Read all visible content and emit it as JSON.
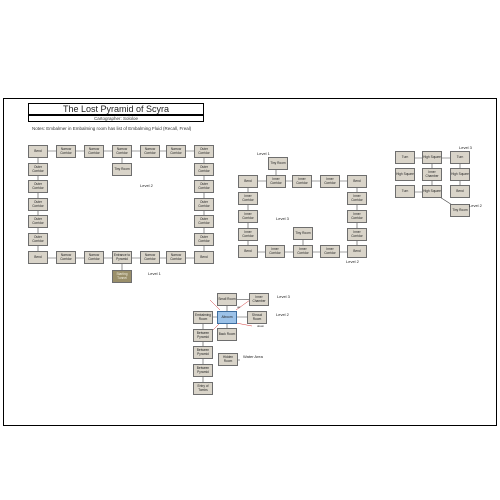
{
  "map": {
    "title": "The Lost Pyramid of Scyra",
    "cartographer": "Cartographer: Sololoe",
    "notes": "Notes: Embalmer in Embalming room has list of Embalming Fluid (Recall, Freal)"
  },
  "levels": {
    "l1": "Level 1",
    "l2_left": "Level 2",
    "l1_right": "Level 1",
    "l2_right": "Level 2",
    "l3_right": "Level 3",
    "l3_far": "Level 3",
    "l2_far": "Level 2",
    "l3_bottom": "Level 3",
    "l2_bottom": "Level 2",
    "water": "Water Area"
  },
  "rooms": {
    "a1": "Bend",
    "a2": "Narrow Corridor",
    "a3": "Narrow Corridor",
    "a4": "Narrow Corridor",
    "a5": "Narrow Corridor",
    "a6": "Outer Corridor",
    "a7": "Outer Corridor",
    "a8": "Tiny Room",
    "a9": "Outer Corridor",
    "a10": "Outer Corridor",
    "a11": "Outer Corridor",
    "a12": "Outer Corridor",
    "a13": "Outer Corridor",
    "a14": "Outer Corridor",
    "a15": "Outer Corridor",
    "a16": "Outer Corridor",
    "a17": "Outer Corridor",
    "a18": "Bend",
    "a19": "Narrow Corridor",
    "a20": "Narrow Corridor",
    "a21": "Entrance to Pyramid",
    "a22": "Narrow Corridor",
    "a23": "Narrow Corridor",
    "a24": "Bend",
    "a25": "Starting Tunnel",
    "b1": "Tiny Room",
    "b2": "Bend",
    "b3": "Inner Corridor",
    "b4": "Inner Corridor",
    "b5": "Inner Corridor",
    "b6": "Bend",
    "b7": "Inner Corridor",
    "b8": "Inner Corridor",
    "b9": "Inner Corridor",
    "b10": "Inner Corridor",
    "b11": "Tiny Room",
    "b12": "Inner Corridor",
    "b13": "Inner Corridor",
    "b14": "Bend",
    "b15": "Inner Corridor",
    "b16": "Inner Corridor",
    "b17": "Inner Corridor",
    "b18": "Bend",
    "c1": "Turn",
    "c2": "High Square",
    "c3": "Turn",
    "c4": "Inner Chamber",
    "c5": "High Square",
    "c6": "High Square",
    "c7": "Turn",
    "c8": "High Square",
    "c9": "Bend",
    "c10": "Tiny Room",
    "d1": "Small Room",
    "d2": "Inner Chamber",
    "d3": "Embalming Room",
    "d4": "Altroom",
    "d5": "Shroud Room",
    "d6": "Back Room",
    "d7": "Between Pyramid",
    "d8": "Between Pyramid",
    "d9": "Between Pyramid",
    "d10": "Entry of Tombs",
    "d11": "Hidden Room",
    "d_up": "up",
    "d_down": "down"
  }
}
